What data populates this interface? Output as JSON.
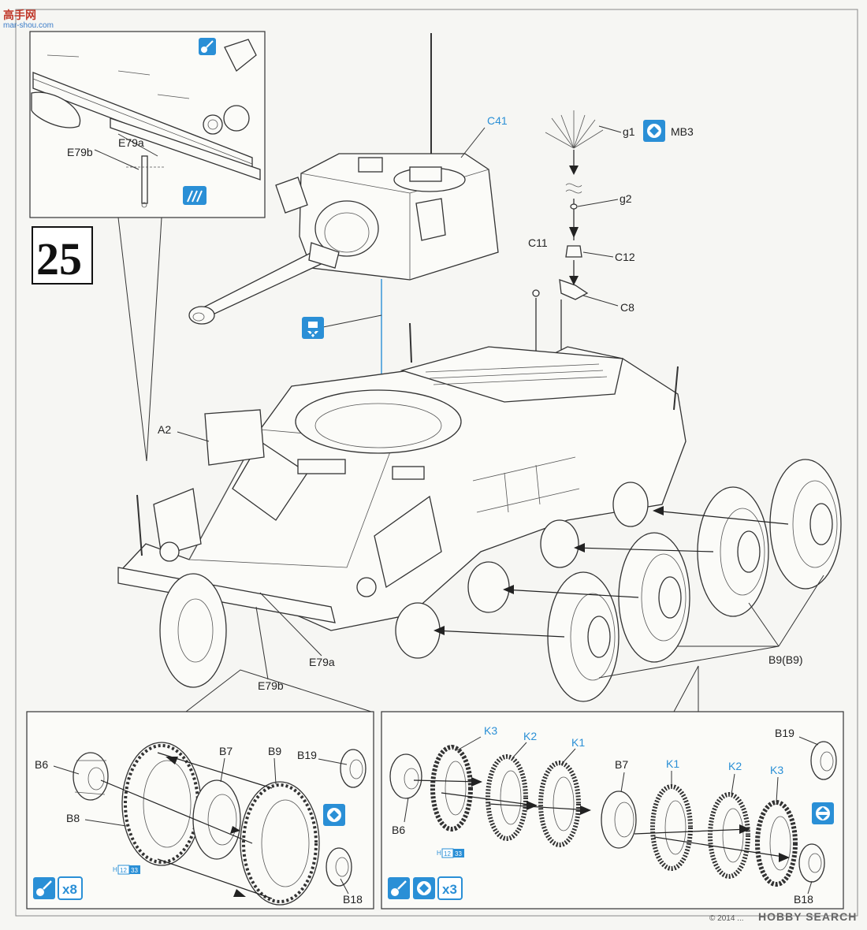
{
  "watermark": {
    "site_cn": "高手网",
    "site_en": "mar-shou.com"
  },
  "step_number": "25",
  "labels": {
    "C41": "C41",
    "g1": "g1",
    "MB3": "MB3",
    "g2": "g2",
    "C12": "C12",
    "C11": "C11",
    "C8": "C8",
    "A2": "A2",
    "E79a_top": "E79a",
    "E79b_top": "E79b",
    "E79a": "E79a",
    "E79b": "E79b",
    "B9B9": "B9(B9)"
  },
  "left_panel": {
    "labels": {
      "B6": "B6",
      "B7": "B7",
      "B9": "B9",
      "B19": "B19",
      "B8": "B8",
      "B18": "B18"
    },
    "code": {
      "prefix": "H",
      "n1": "12",
      "n2": "33"
    },
    "multiplier": "x8"
  },
  "right_panel": {
    "labels": {
      "K3a": "K3",
      "K2a": "K2",
      "K1a": "K1",
      "B7": "B7",
      "K1b": "K1",
      "K2b": "K2",
      "K3b": "K3",
      "B19": "B19",
      "B6": "B6",
      "B18": "B18"
    },
    "code": {
      "prefix": "H",
      "n1": "12",
      "n2": "33"
    },
    "multiplier": "x3"
  },
  "footer": {
    "credit": "© 2014 ...",
    "brand": "HOBBY SEARCH"
  },
  "colors": {
    "accent": "#2a8fd6",
    "ink": "#222222",
    "paper": "#f6f6f3"
  }
}
